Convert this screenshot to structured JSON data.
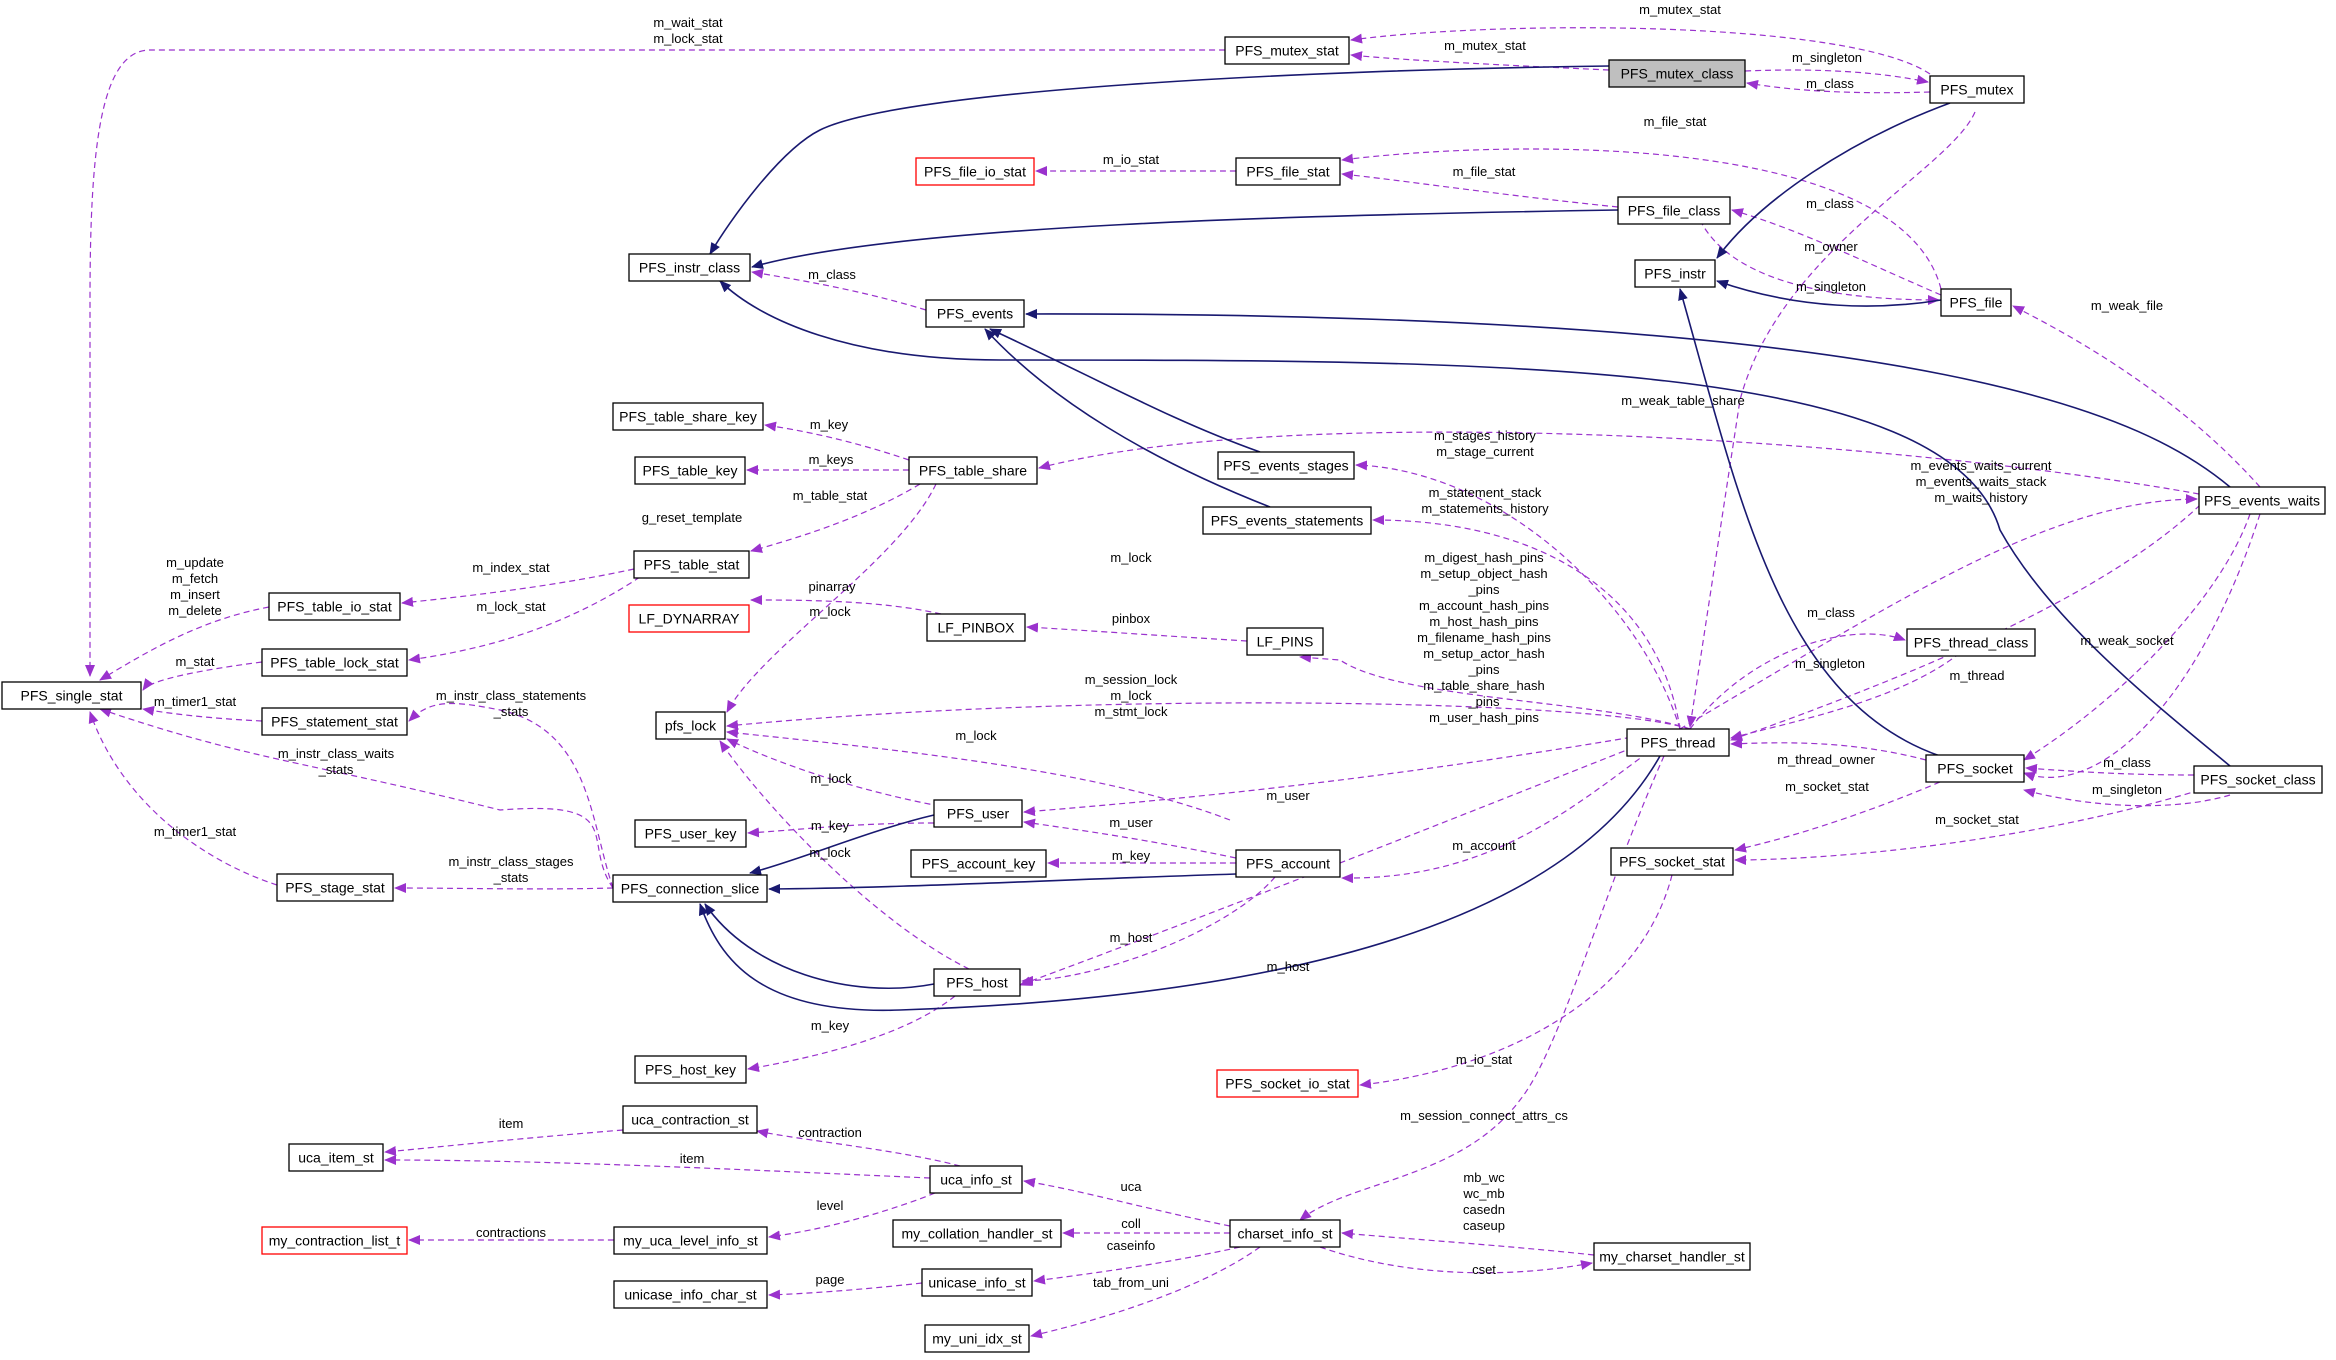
{
  "colors": {
    "inheritance_edge": "#191970",
    "usage_edge": "#9a32cd",
    "node_border": "#000000",
    "missing_node_border": "#ff0000",
    "highlight_fill": "#bfbfbf"
  },
  "nodes": [
    {
      "id": "PFS_single_stat",
      "label": "PFS_single_stat"
    },
    {
      "id": "PFS_mutex_stat",
      "label": "PFS_mutex_stat"
    },
    {
      "id": "PFS_mutex_class",
      "label": "PFS_mutex_class",
      "highlight": true
    },
    {
      "id": "PFS_mutex",
      "label": "PFS_mutex"
    },
    {
      "id": "PFS_file_io_stat",
      "label": "PFS_file_io_stat",
      "missing": true
    },
    {
      "id": "PFS_file_stat",
      "label": "PFS_file_stat"
    },
    {
      "id": "PFS_file_class",
      "label": "PFS_file_class"
    },
    {
      "id": "PFS_instr_class",
      "label": "PFS_instr_class"
    },
    {
      "id": "PFS_instr",
      "label": "PFS_instr"
    },
    {
      "id": "PFS_file",
      "label": "PFS_file"
    },
    {
      "id": "PFS_events",
      "label": "PFS_events"
    },
    {
      "id": "PFS_table_share_key",
      "label": "PFS_table_share_key"
    },
    {
      "id": "PFS_table_key",
      "label": "PFS_table_key"
    },
    {
      "id": "PFS_table_share",
      "label": "PFS_table_share"
    },
    {
      "id": "PFS_events_stages",
      "label": "PFS_events_stages"
    },
    {
      "id": "PFS_events_statements",
      "label": "PFS_events_statements"
    },
    {
      "id": "PFS_events_waits",
      "label": "PFS_events_waits"
    },
    {
      "id": "PFS_table_stat",
      "label": "PFS_table_stat"
    },
    {
      "id": "PFS_table_io_stat",
      "label": "PFS_table_io_stat"
    },
    {
      "id": "LF_DYNARRAY",
      "label": "LF_DYNARRAY",
      "missing": true
    },
    {
      "id": "LF_PINBOX",
      "label": "LF_PINBOX"
    },
    {
      "id": "LF_PINS",
      "label": "LF_PINS"
    },
    {
      "id": "PFS_table_lock_stat",
      "label": "PFS_table_lock_stat"
    },
    {
      "id": "PFS_thread_class",
      "label": "PFS_thread_class"
    },
    {
      "id": "PFS_statement_stat",
      "label": "PFS_statement_stat"
    },
    {
      "id": "pfs_lock",
      "label": "pfs_lock"
    },
    {
      "id": "PFS_thread",
      "label": "PFS_thread"
    },
    {
      "id": "PFS_socket",
      "label": "PFS_socket"
    },
    {
      "id": "PFS_socket_class",
      "label": "PFS_socket_class"
    },
    {
      "id": "PFS_user_key",
      "label": "PFS_user_key"
    },
    {
      "id": "PFS_user",
      "label": "PFS_user"
    },
    {
      "id": "PFS_account_key",
      "label": "PFS_account_key"
    },
    {
      "id": "PFS_account",
      "label": "PFS_account"
    },
    {
      "id": "PFS_socket_stat",
      "label": "PFS_socket_stat"
    },
    {
      "id": "PFS_stage_stat",
      "label": "PFS_stage_stat"
    },
    {
      "id": "PFS_connection_slice",
      "label": "PFS_connection_slice"
    },
    {
      "id": "PFS_host",
      "label": "PFS_host"
    },
    {
      "id": "PFS_host_key",
      "label": "PFS_host_key"
    },
    {
      "id": "PFS_socket_io_stat",
      "label": "PFS_socket_io_stat",
      "missing": true
    },
    {
      "id": "uca_contraction_st",
      "label": "uca_contraction_st"
    },
    {
      "id": "uca_item_st",
      "label": "uca_item_st"
    },
    {
      "id": "uca_info_st",
      "label": "uca_info_st"
    },
    {
      "id": "my_contraction_list_t",
      "label": "my_contraction_list_t",
      "missing": true
    },
    {
      "id": "my_uca_level_info_st",
      "label": "my_uca_level_info_st"
    },
    {
      "id": "my_collation_handler_st",
      "label": "my_collation_handler_st"
    },
    {
      "id": "charset_info_st",
      "label": "charset_info_st"
    },
    {
      "id": "my_charset_handler_st",
      "label": "my_charset_handler_st"
    },
    {
      "id": "unicase_info_char_st",
      "label": "unicase_info_char_st"
    },
    {
      "id": "unicase_info_st",
      "label": "unicase_info_st"
    },
    {
      "id": "my_uni_idx_st",
      "label": "my_uni_idx_st"
    }
  ],
  "edge_labels": [
    {
      "id": "l-wait-lock",
      "lines": [
        "m_wait_stat",
        "m_lock_stat"
      ]
    },
    {
      "id": "l-mutex-stat-top",
      "lines": [
        "m_mutex_stat"
      ]
    },
    {
      "id": "l-mutex-stat",
      "lines": [
        "m_mutex_stat"
      ]
    },
    {
      "id": "l-mutex-singleton",
      "lines": [
        "m_singleton"
      ]
    },
    {
      "id": "l-mutex-class",
      "lines": [
        "m_class"
      ]
    },
    {
      "id": "l-file-stat-top",
      "lines": [
        "m_file_stat"
      ]
    },
    {
      "id": "l-io-stat",
      "lines": [
        "m_io_stat"
      ]
    },
    {
      "id": "l-file-stat",
      "lines": [
        "m_file_stat"
      ]
    },
    {
      "id": "l-file-class",
      "lines": [
        "m_class"
      ]
    },
    {
      "id": "l-owner",
      "lines": [
        "m_owner"
      ]
    },
    {
      "id": "l-file-singleton",
      "lines": [
        "m_singleton"
      ]
    },
    {
      "id": "l-events-class",
      "lines": [
        "m_class"
      ]
    },
    {
      "id": "l-weak-file",
      "lines": [
        "m_weak_file"
      ]
    },
    {
      "id": "l-weak-table-share",
      "lines": [
        "m_weak_table_share"
      ]
    },
    {
      "id": "l-key",
      "lines": [
        "m_key"
      ]
    },
    {
      "id": "l-keys",
      "lines": [
        "m_keys"
      ]
    },
    {
      "id": "l-stages",
      "lines": [
        "m_stages_history",
        "m_stage_current"
      ]
    },
    {
      "id": "l-waits",
      "lines": [
        "m_events_waits_current",
        "m_events_waits_stack",
        "m_waits_history"
      ]
    },
    {
      "id": "l-table-stat",
      "lines": [
        "m_table_stat"
      ]
    },
    {
      "id": "l-statements",
      "lines": [
        "m_statement_stack",
        "m_statements_history"
      ]
    },
    {
      "id": "l-g-reset",
      "lines": [
        "g_reset_template"
      ]
    },
    {
      "id": "l-lock-a",
      "lines": [
        "m_lock"
      ]
    },
    {
      "id": "l-hash-pins",
      "lines": [
        "m_digest_hash_pins",
        "m_setup_object_hash",
        "_pins",
        "m_account_hash_pins",
        "m_host_hash_pins",
        "m_filename_hash_pins",
        "m_setup_actor_hash",
        "_pins",
        "m_table_share_hash",
        "_pins",
        "m_user_hash_pins"
      ]
    },
    {
      "id": "l-umi",
      "lines": [
        "m_update",
        "m_fetch",
        "m_insert",
        "m_delete"
      ]
    },
    {
      "id": "l-index-stat",
      "lines": [
        "m_index_stat"
      ]
    },
    {
      "id": "l-pinarray",
      "lines": [
        "pinarray"
      ]
    },
    {
      "id": "l-lock-b",
      "lines": [
        "m_lock"
      ]
    },
    {
      "id": "l-lock-stat",
      "lines": [
        "m_lock_stat"
      ]
    },
    {
      "id": "l-pinbox",
      "lines": [
        "pinbox"
      ]
    },
    {
      "id": "l-thread-class",
      "lines": [
        "m_class"
      ]
    },
    {
      "id": "l-stat",
      "lines": [
        "m_stat"
      ]
    },
    {
      "id": "l-timer1-a",
      "lines": [
        "m_timer1_stat"
      ]
    },
    {
      "id": "l-thread-singleton",
      "lines": [
        "m_singleton"
      ]
    },
    {
      "id": "l-weak-socket",
      "lines": [
        "m_weak_socket"
      ]
    },
    {
      "id": "l-session-lock",
      "lines": [
        "m_session_lock",
        "m_lock",
        "m_stmt_lock"
      ]
    },
    {
      "id": "l-thread",
      "lines": [
        "m_thread"
      ]
    },
    {
      "id": "l-stmt-stats",
      "lines": [
        "m_instr_class_statements",
        "_stats"
      ]
    },
    {
      "id": "l-lock-c",
      "lines": [
        "m_lock"
      ]
    },
    {
      "id": "l-waits-stats",
      "lines": [
        "m_instr_class_waits",
        "_stats"
      ]
    },
    {
      "id": "l-thread-owner",
      "lines": [
        "m_thread_owner"
      ]
    },
    {
      "id": "l-socket-class",
      "lines": [
        "m_class"
      ]
    },
    {
      "id": "l-socket-singleton",
      "lines": [
        "m_singleton"
      ]
    },
    {
      "id": "l-lock-d",
      "lines": [
        "m_lock"
      ]
    },
    {
      "id": "l-socket-stat-a",
      "lines": [
        "m_socket_stat"
      ]
    },
    {
      "id": "l-user",
      "lines": [
        "m_user"
      ]
    },
    {
      "id": "l-socket-stat-b",
      "lines": [
        "m_socket_stat"
      ]
    },
    {
      "id": "l-key-user",
      "lines": [
        "m_key"
      ]
    },
    {
      "id": "l-user-b",
      "lines": [
        "m_user"
      ]
    },
    {
      "id": "l-timer1-b",
      "lines": [
        "m_timer1_stat"
      ]
    },
    {
      "id": "l-account",
      "lines": [
        "m_account"
      ]
    },
    {
      "id": "l-lock-e",
      "lines": [
        "m_lock"
      ]
    },
    {
      "id": "l-key-account",
      "lines": [
        "m_key"
      ]
    },
    {
      "id": "l-stages-stats",
      "lines": [
        "m_instr_class_stages",
        "_stats"
      ]
    },
    {
      "id": "l-host",
      "lines": [
        "m_host"
      ]
    },
    {
      "id": "l-host-b",
      "lines": [
        "m_host"
      ]
    },
    {
      "id": "l-key-host",
      "lines": [
        "m_key"
      ]
    },
    {
      "id": "l-io-stat-b",
      "lines": [
        "m_io_stat"
      ]
    },
    {
      "id": "l-session-connect",
      "lines": [
        "m_session_connect_attrs_cs"
      ]
    },
    {
      "id": "l-item",
      "lines": [
        "item"
      ]
    },
    {
      "id": "l-contraction",
      "lines": [
        "contraction"
      ]
    },
    {
      "id": "l-item-b",
      "lines": [
        "item"
      ]
    },
    {
      "id": "l-uca",
      "lines": [
        "uca"
      ]
    },
    {
      "id": "l-mbwc",
      "lines": [
        "mb_wc",
        "wc_mb",
        "casedn",
        "caseup"
      ]
    },
    {
      "id": "l-level",
      "lines": [
        "level"
      ]
    },
    {
      "id": "l-contractions",
      "lines": [
        "contractions"
      ]
    },
    {
      "id": "l-coll",
      "lines": [
        "coll"
      ]
    },
    {
      "id": "l-caseinfo",
      "lines": [
        "caseinfo"
      ]
    },
    {
      "id": "l-page",
      "lines": [
        "page"
      ]
    },
    {
      "id": "l-cset",
      "lines": [
        "cset"
      ]
    },
    {
      "id": "l-tab-from-uni",
      "lines": [
        "tab_from_uni"
      ]
    }
  ]
}
